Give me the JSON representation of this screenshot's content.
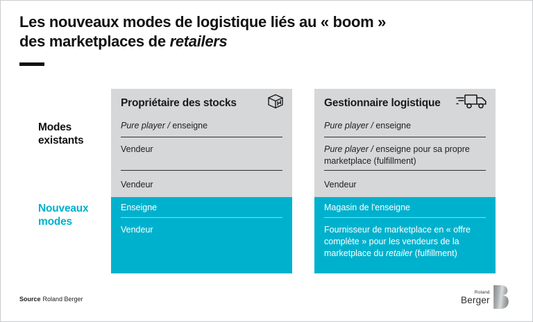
{
  "title": {
    "line1": "Les nouveaux modes de logistique liés au « boom »",
    "line2_regular": "des marketplaces de ",
    "line2_italic": "retailers"
  },
  "labels": {
    "existing": "Modes existants",
    "new": "Nouveaux modes"
  },
  "columns": [
    {
      "header": "Propriétaire des stocks",
      "icon": "package-box-icon",
      "existing_rows": [
        {
          "segments": [
            {
              "text": "Pure player /",
              "italic": true
            },
            {
              "text": " enseigne",
              "italic": false
            }
          ]
        },
        {
          "segments": [
            {
              "text": "Vendeur",
              "italic": false
            }
          ]
        },
        {
          "segments": [
            {
              "text": "Vendeur",
              "italic": false
            }
          ]
        }
      ],
      "new_rows": [
        {
          "segments": [
            {
              "text": "Enseigne",
              "italic": false
            }
          ]
        },
        {
          "segments": [
            {
              "text": "Vendeur",
              "italic": false
            }
          ]
        }
      ]
    },
    {
      "header": "Gestionnaire logistique",
      "icon": "delivery-truck-icon",
      "existing_rows": [
        {
          "segments": [
            {
              "text": "Pure player /",
              "italic": true
            },
            {
              "text": " enseigne",
              "italic": false
            }
          ]
        },
        {
          "segments": [
            {
              "text": "Pure player /",
              "italic": true
            },
            {
              "text": " enseigne pour sa propre marketplace (fulfillment)",
              "italic": false
            }
          ]
        },
        {
          "segments": [
            {
              "text": "Vendeur",
              "italic": false
            }
          ]
        }
      ],
      "new_rows": [
        {
          "segments": [
            {
              "text": "Magasin de l'enseigne",
              "italic": false
            }
          ]
        },
        {
          "segments": [
            {
              "text": "Fournisseur de marketplace en « offre complète » pour les vendeurs de la marketplace du ",
              "italic": false
            },
            {
              "text": "retailer",
              "italic": true
            },
            {
              "text": " (fulfillment)",
              "italic": false
            }
          ]
        }
      ]
    }
  ],
  "footer": {
    "source_label": "Source",
    "source_value": "Roland Berger",
    "logo_top": "Roland",
    "logo_bottom": "Berger"
  },
  "colors": {
    "accent": "#00b1cd",
    "panel_gray": "#d6d7d8",
    "divider_dark": "#2e2e2e",
    "divider_light": "#8ddcea"
  }
}
